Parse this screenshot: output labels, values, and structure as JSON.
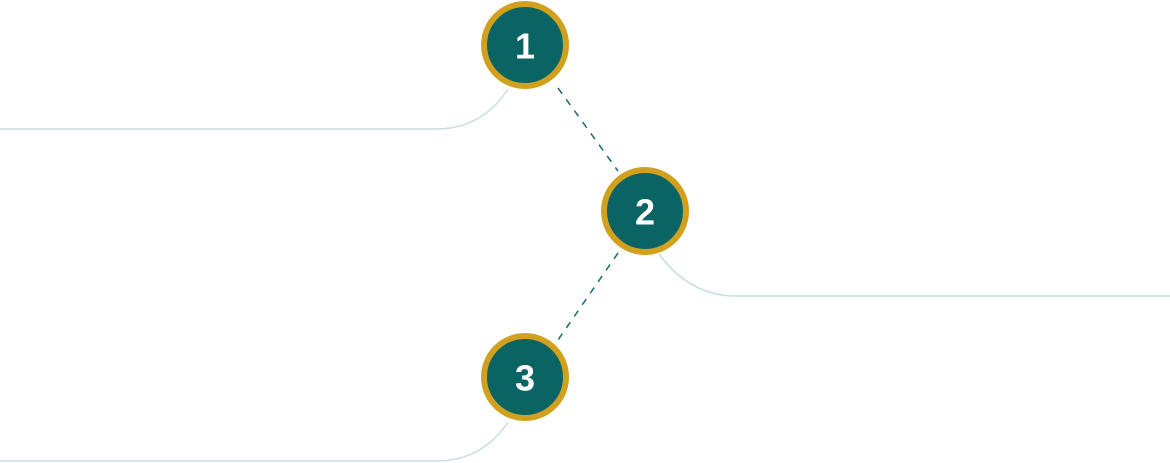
{
  "colors": {
    "background": "#ffffff",
    "circle_fill": "#0b6464",
    "circle_ring": "#d1a01f",
    "number_text": "#ffffff",
    "dashed_connector": "#1a6a72",
    "leader_line": "#c9dddd"
  },
  "steps": [
    {
      "number": "1"
    },
    {
      "number": "2"
    },
    {
      "number": "3"
    }
  ]
}
